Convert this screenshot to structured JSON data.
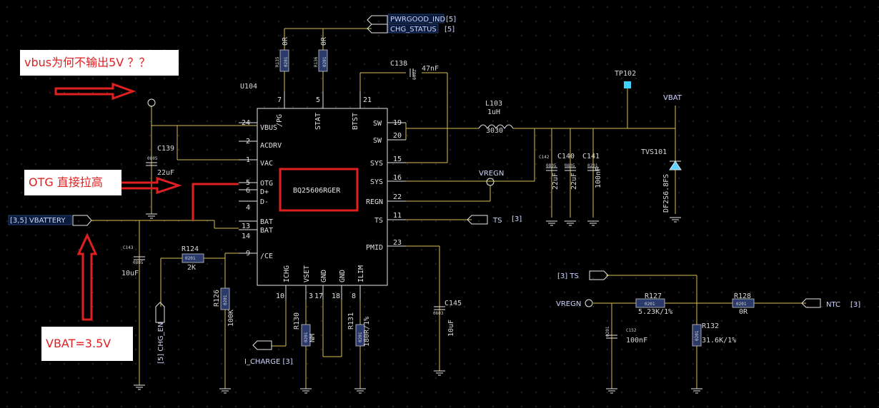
{
  "annotations": {
    "vbus_question": "vbus为何不输出5V ？？",
    "otg_note": "OTG 直接拉高",
    "vbat_note": "VBAT=3.5V"
  },
  "ic": {
    "ref": "U104",
    "part": "BQ25606RGER",
    "pins_left": [
      {
        "num": "24",
        "name": "VBUS"
      },
      {
        "num": "2",
        "name": "ACDRV"
      },
      {
        "num": "1",
        "name": "VAC"
      },
      {
        "num": "5",
        "name": "OTG"
      },
      {
        "num": "6",
        "name": "D+"
      },
      {
        "num": "4",
        "name": "D-"
      },
      {
        "num": "13",
        "name": "BAT"
      },
      {
        "num": "14",
        "name": "BAT"
      },
      {
        "num": "9",
        "name": "/CE"
      }
    ],
    "pins_top": [
      {
        "num": "7",
        "name": "/PG"
      },
      {
        "num": "5",
        "name": "STAT"
      },
      {
        "num": "21",
        "name": "BTST"
      }
    ],
    "pins_right": [
      {
        "num": "19",
        "name": "SW"
      },
      {
        "num": "20",
        "name": "SW"
      },
      {
        "num": "15",
        "name": "SYS"
      },
      {
        "num": "16",
        "name": "SYS"
      },
      {
        "num": "22",
        "name": "REGN"
      },
      {
        "num": "11",
        "name": "TS"
      },
      {
        "num": "23",
        "name": "PMID"
      }
    ],
    "pins_bottom": [
      {
        "num": "10",
        "name": "ICHG"
      },
      {
        "num": "3",
        "name": "VSET"
      },
      {
        "num": "17",
        "name": "GND"
      },
      {
        "num": "18",
        "name": "GND"
      },
      {
        "num": "8",
        "name": "ILIM"
      }
    ]
  },
  "net_ports": {
    "pwrgood": "PWRGOOD_IND",
    "pwrgood_ref": "[5]",
    "chg_status": "CHG_STATUS",
    "chg_status_ref": "[5]",
    "vbattery": "[3,5] VBATTERY",
    "ts_out": "TS",
    "ts_out_ref": "[3]",
    "chg_en": "[5] CHG_EN",
    "i_charge": "I_CHARGE [3]",
    "ts_in": "[3] TS",
    "ntc": "NTC",
    "ntc_ref": "[3]",
    "vregn1": "VREGN",
    "vregn2": "VREGN",
    "vbat": "VBAT",
    "tp": "TP102"
  },
  "components": {
    "r135": {
      "ref": "R135",
      "pkg": "0201",
      "val": "0R"
    },
    "r136": {
      "ref": "R136",
      "pkg": "0201",
      "val": "0R"
    },
    "c138": {
      "ref": "C138",
      "pkg": "0402",
      "val": "47nF"
    },
    "l103": {
      "ref": "L103",
      "val": "1uH",
      "pkg": "3030"
    },
    "c139": {
      "ref": "C139",
      "pkg": "0805",
      "val": "22uF"
    },
    "c143": {
      "ref": "C143",
      "pkg": "0805",
      "val": "10uF"
    },
    "r124": {
      "ref": "R124",
      "pkg": "0201",
      "val": "2K"
    },
    "r126": {
      "ref": "R126",
      "pkg": "0201",
      "val": "100K"
    },
    "r130": {
      "ref": "R130",
      "pkg": "0201",
      "val": "NM"
    },
    "r131": {
      "ref": "R131",
      "pkg": "0201",
      "val": "180R/1%"
    },
    "c145": {
      "ref": "C145",
      "pkg": "0603",
      "val": "10uF"
    },
    "c142": {
      "ref": "C142",
      "pkg": "0805",
      "val": "22uF"
    },
    "c140": {
      "ref": "C140",
      "pkg": "0805",
      "val": "22uF"
    },
    "c141": {
      "ref": "C141",
      "pkg": "0201",
      "val": "100nF"
    },
    "tvs101": {
      "ref": "TVS101",
      "val": "DF2S6.8FS"
    },
    "r127": {
      "ref": "R127",
      "pkg": "0201",
      "val": "5.23K/1%"
    },
    "r128": {
      "ref": "R128",
      "pkg": "0201",
      "val": "0R"
    },
    "r132": {
      "ref": "R132",
      "pkg": "0201",
      "val": "31.6K/1%"
    },
    "c152": {
      "ref": "C152",
      "pkg": "0201",
      "val": "100nF"
    }
  }
}
